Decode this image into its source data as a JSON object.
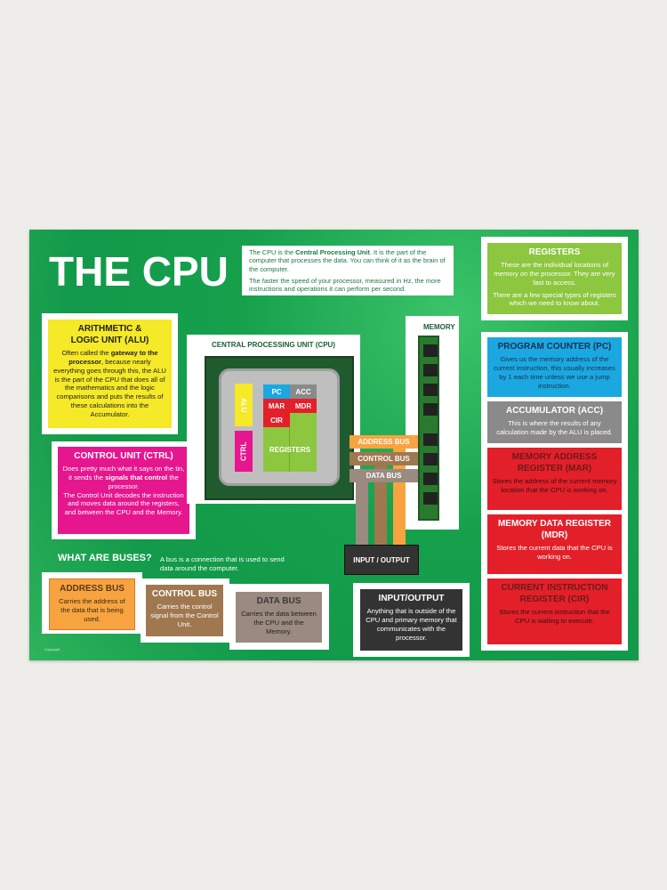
{
  "title": "THE CPU",
  "intro": {
    "p1_a": "The CPU is the ",
    "p1_b": "Central Processing Unit",
    "p1_c": ". It is the part of the computer that processes the data. You can think of it as the brain of the computer.",
    "p2": "The faster the speed of your processor, measured in Hz, the more instructions and operations it can perform per second."
  },
  "registers": {
    "title": "REGISTERS",
    "p1": "These are the individual locations of memory on the processor. They are very fast to access.",
    "p2": "There are a few special types of registers which we need to know about."
  },
  "pc": {
    "title": "PROGRAM COUNTER (PC)",
    "text": "Gives us the memory address of the current instruction, this usually increases by 1 each time unless we use a jump instruction."
  },
  "acc": {
    "title": "ACCUMULATOR (ACC)",
    "text": "This is where the results of any calculation made by the ALU is placed."
  },
  "mar": {
    "title": "MEMORY ADDRESS REGISTER (MAR)",
    "text": "Stores the address of the current memory location that the CPU is working on."
  },
  "mdr": {
    "title": "MEMORY DATA REGISTER (MDR)",
    "text": "Stores the current data that the CPU is working on."
  },
  "cir": {
    "title": "CURRENT INSTRUCTION REGISTER (CIR)",
    "text": "Stores the current instruction that the CPU is waiting to execute."
  },
  "alu": {
    "title": "ARITHMETIC & LOGIC UNIT (ALU)",
    "a": "Often called the ",
    "b": "gateway to the processor",
    "c": ", because nearly everything goes through this, the ALU is the part of the CPU that does all of the mathematics and the logic comparisons and puts the results of these calculations into the Accumulator."
  },
  "ctrl": {
    "title": "CONTROL UNIT (CTRL)",
    "a": "Does pretty much what it says on the tin, it sends the ",
    "b": "signals that control",
    "c": " the processor.",
    "d": "The Control Unit decodes the instruction and moves data around the registers, and between the CPU and the Memory."
  },
  "diagram": {
    "cpu_label": "CENTRAL PROCESSING UNIT (CPU)",
    "memory_label": "MEMORY",
    "alu": "ALU",
    "ctrl": "CTRL",
    "pc": "PC",
    "acc": "ACC",
    "mar": "MAR",
    "mdr": "MDR",
    "cir": "CIR",
    "registers": "REGISTERS",
    "address_bus": "ADDRESS BUS",
    "control_bus": "CONTROL BUS",
    "data_bus": "DATA BUS",
    "io": "INPUT / OUTPUT"
  },
  "buses": {
    "heading": "WHAT ARE BUSES?",
    "text": "A bus is a connection that is used to send data around the computer."
  },
  "address_bus": {
    "title": "ADDRESS BUS",
    "text": "Carries the address of the data that is being used."
  },
  "control_bus": {
    "title": "CONTROL BUS",
    "text": "Carries the control signal from the Control Unit."
  },
  "data_bus": {
    "title": "DATA BUS",
    "text": "Carries the data between the CPU and the Memory."
  },
  "io": {
    "title": "INPUT/OUTPUT",
    "text": "Anything that is outside of the CPU and primary memory that communicates with the processor."
  },
  "copyright": "Copyright",
  "colors": {
    "green": "#16a04c",
    "yellow": "#f5e928",
    "magenta": "#e5168e",
    "blue": "#1ba8e0",
    "grey": "#8a8a8a",
    "red": "#e3202a",
    "orange": "#f7a440",
    "brown": "#a07850",
    "taupe": "#9a8a7f",
    "dark": "#333333",
    "lime": "#8dc63f"
  }
}
